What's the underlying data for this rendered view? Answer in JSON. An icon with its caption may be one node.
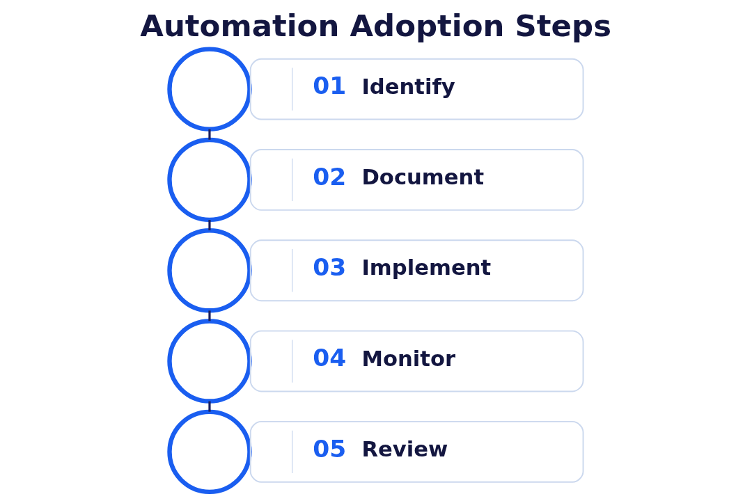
{
  "diagram": {
    "title": "Automation Adoption Steps",
    "nodes": [
      {
        "text": [],
        "shape": "circle"
      },
      {
        "text": [
          "01",
          "Identify"
        ]
      },
      {
        "text": [],
        "shape": "circle"
      },
      {
        "text": [
          "02",
          "Document"
        ]
      },
      {
        "text": [],
        "shape": "circle"
      },
      {
        "text": [
          "03",
          "Implement"
        ]
      },
      {
        "text": [],
        "shape": "circle"
      },
      {
        "text": [
          "04",
          "Monitor"
        ]
      },
      {
        "text": [],
        "shape": "circle"
      },
      {
        "text": [
          "05",
          "Review"
        ]
      }
    ],
    "edges": [
      {
        "from": 0,
        "to": 2,
        "arrow": "none"
      },
      {
        "from": 2,
        "to": 4,
        "arrow": "none"
      },
      {
        "from": 4,
        "to": 6,
        "arrow": "none"
      },
      {
        "from": 6,
        "to": 8,
        "arrow": "none"
      }
    ]
  }
}
